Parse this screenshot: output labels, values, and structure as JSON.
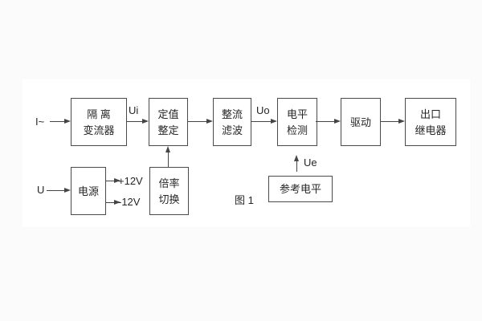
{
  "figure": {
    "caption": "图 1"
  },
  "labels": {
    "input_current": "I~",
    "input_voltage": "U",
    "signal_ui": "Ui",
    "signal_uo": "Uo",
    "signal_ue": "Ue",
    "rail_positive": "+12V",
    "rail_negative": "-12V"
  },
  "blocks": {
    "isolation_ct": {
      "line1": "隔 离",
      "line2": "变流器"
    },
    "value_setting": {
      "line1": "定值",
      "line2": "整定"
    },
    "rectifier_filter": {
      "line1": "整流",
      "line2": "滤波"
    },
    "level_detection": {
      "line1": "电平",
      "line2": "检测"
    },
    "drive": {
      "line1": "驱动"
    },
    "output_relay": {
      "line1": "出口",
      "line2": "继电器"
    },
    "power_supply": {
      "line1": "电源"
    },
    "ratio_switch": {
      "line1": "倍率",
      "line2": "切换"
    },
    "reference_level": {
      "line1": "参考电平"
    }
  },
  "colors": {
    "line": "#454545",
    "text": "#262626",
    "background": "#ffffff"
  }
}
